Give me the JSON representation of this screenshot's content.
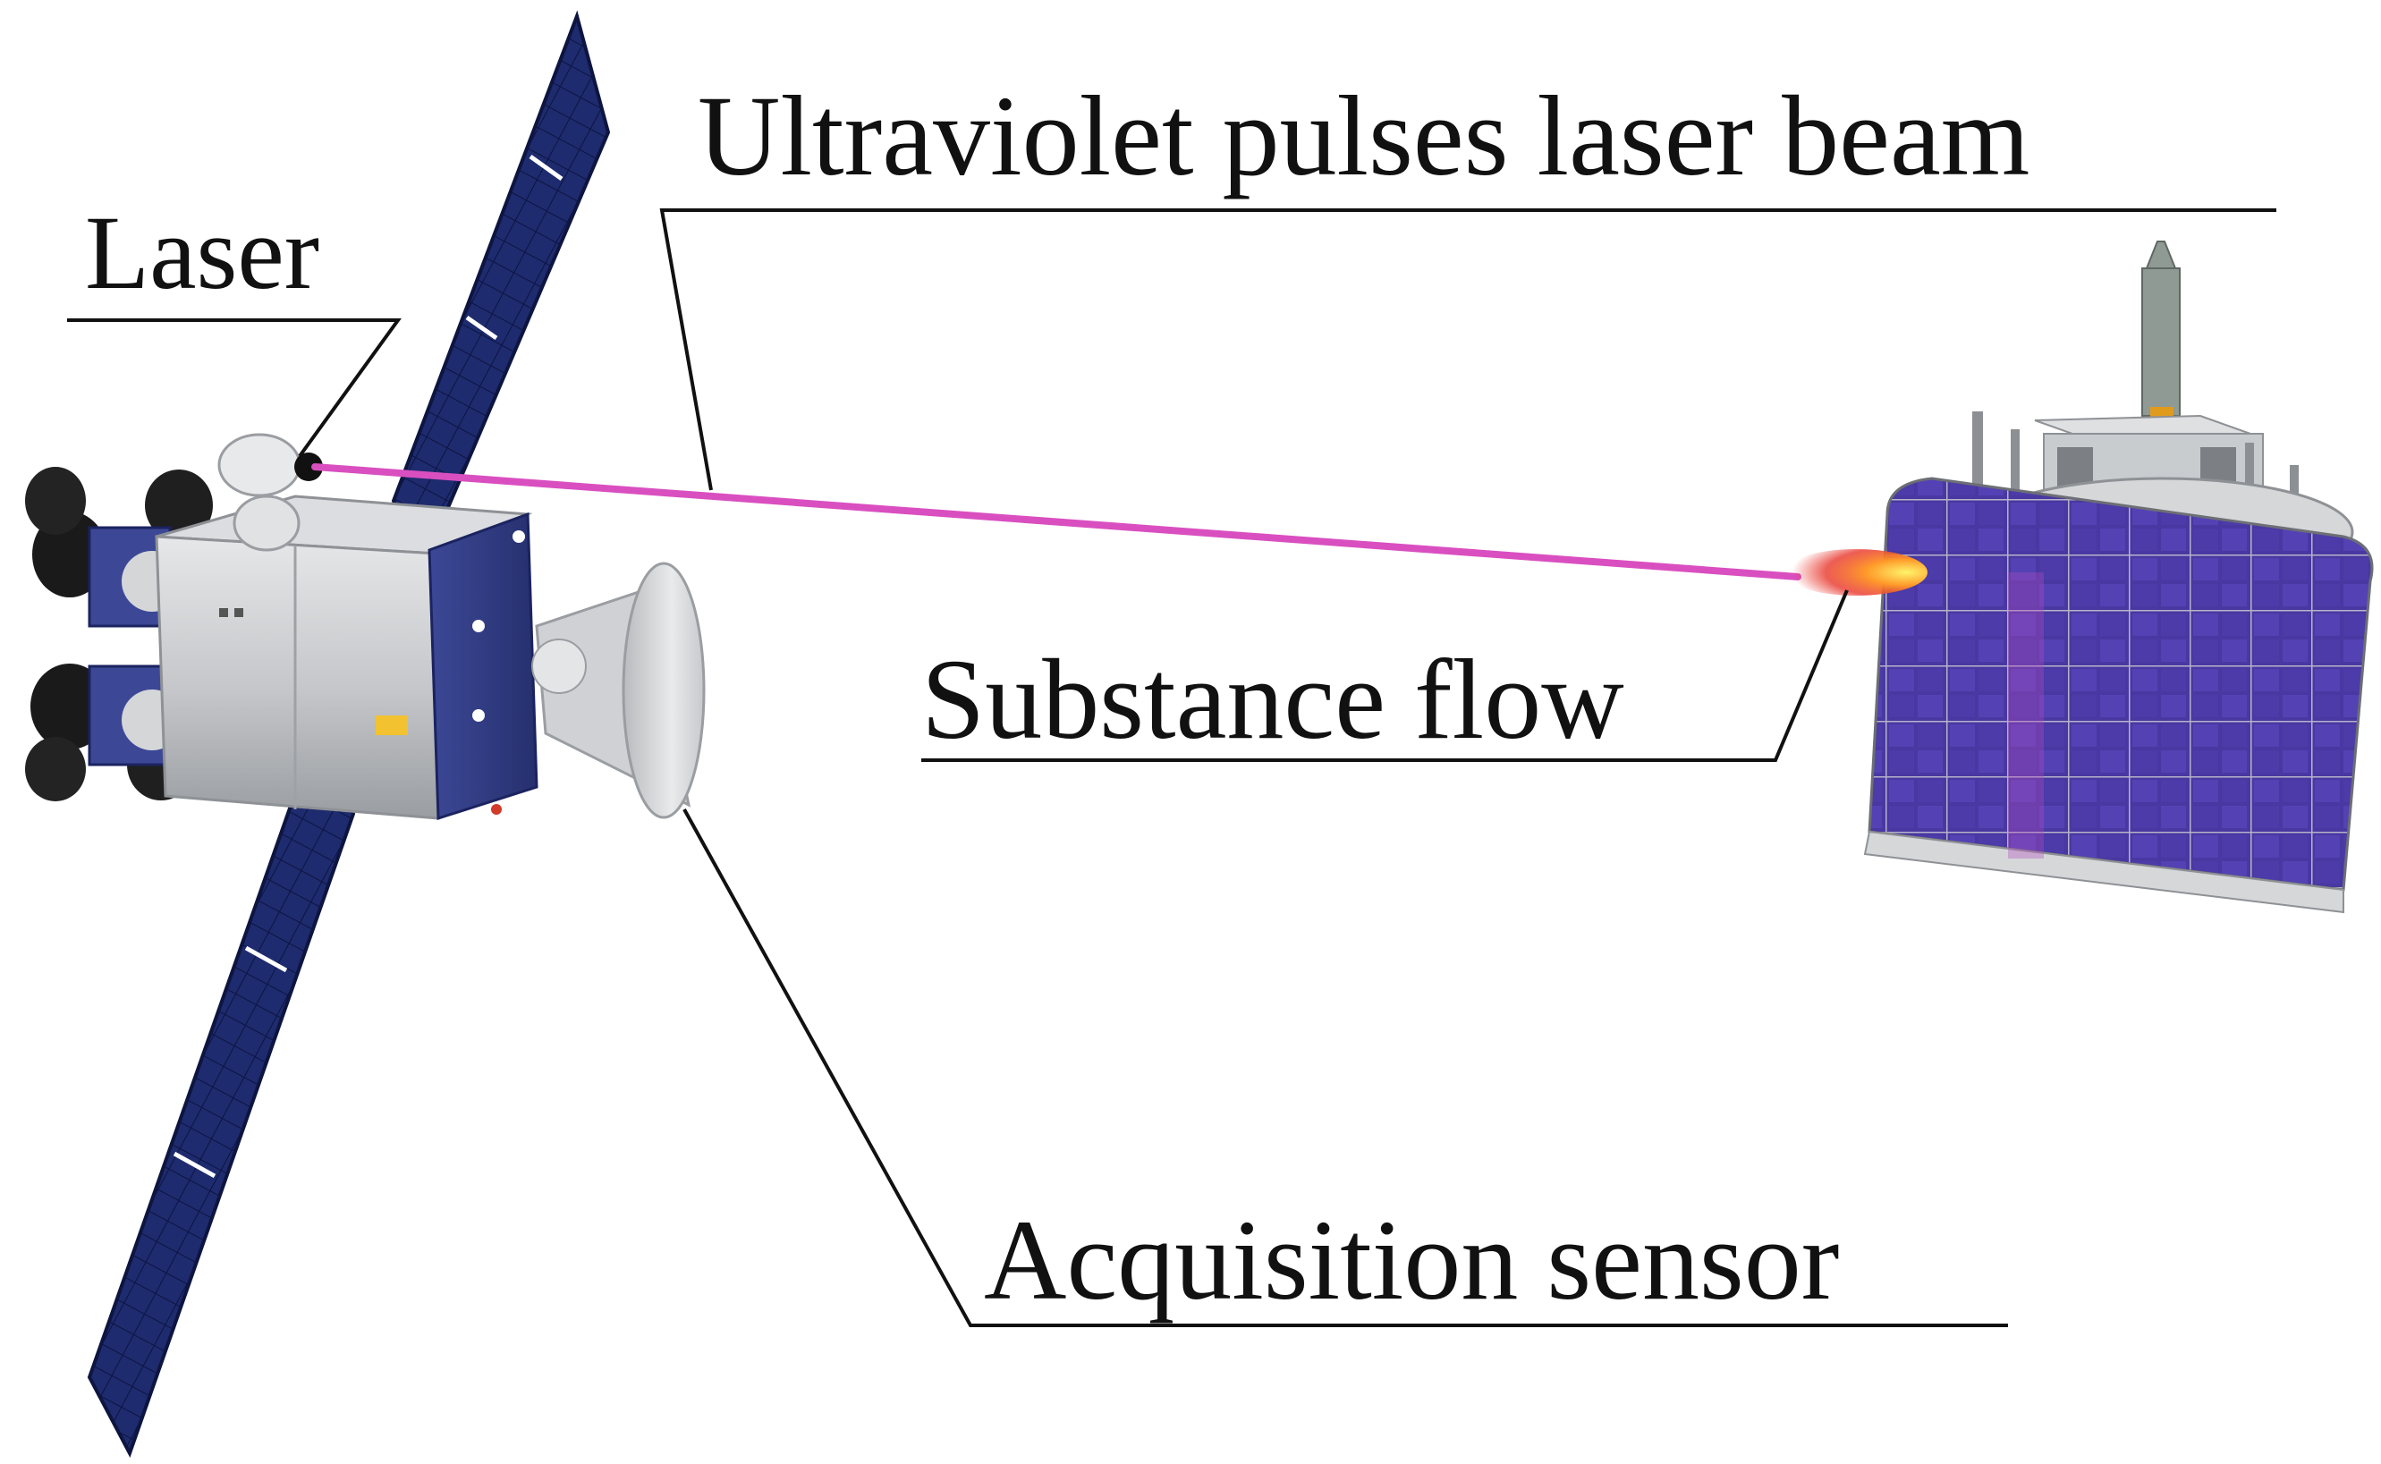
{
  "labels": {
    "laser": "Laser",
    "beam": "Ultraviolet pulses laser beam",
    "flow": "Substance flow",
    "sensor": "Acquisition sensor"
  },
  "colors": {
    "beam": "#d94fc0",
    "solar_panel": "#1d2a6b",
    "solar_panel_edge": "#0d1540",
    "target_panel": "#4a3aa0",
    "hull": "#c9cbce",
    "hull_dark": "#8e9195",
    "band": "#2e3a86",
    "thruster": "#1a1a1a",
    "plume_hot": "#ffd23a",
    "plume_red": "#e8352a",
    "leader": "#111111"
  },
  "icons": {
    "chaser": "satellite-icon",
    "target": "target-satellite-icon"
  }
}
